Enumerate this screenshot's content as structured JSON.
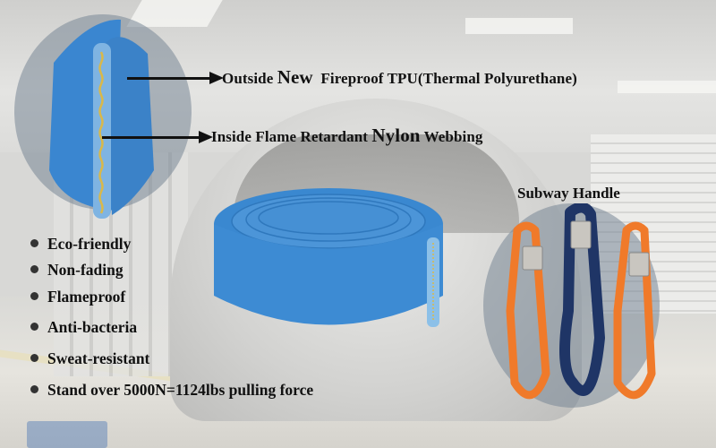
{
  "callouts": {
    "outside": {
      "prefix": "Outside",
      "emphasis": "New",
      "suffix": "Fireproof TPU(Thermal Polyurethane)"
    },
    "inside": {
      "prefix": "Inside Flame Retardant",
      "emphasis": "Nylon",
      "suffix": "Webbing"
    }
  },
  "features": [
    "Eco-friendly",
    "Non-fading",
    "Flameproof",
    "Anti-bacteria",
    "Sweat-resistant",
    "Stand over 5000N=1124lbs pulling force"
  ],
  "product": {
    "handle_title": "Subway Handle",
    "colors": {
      "tpu_blue": "#3f8fd6",
      "webbing_yellow": "#d9b84a",
      "handle_orange": "#f07a2a",
      "handle_navy": "#1f3566",
      "buckle_silver": "#c9c6c0"
    },
    "handles": [
      {
        "color": "orange"
      },
      {
        "color": "navy"
      },
      {
        "color": "orange"
      }
    ]
  }
}
